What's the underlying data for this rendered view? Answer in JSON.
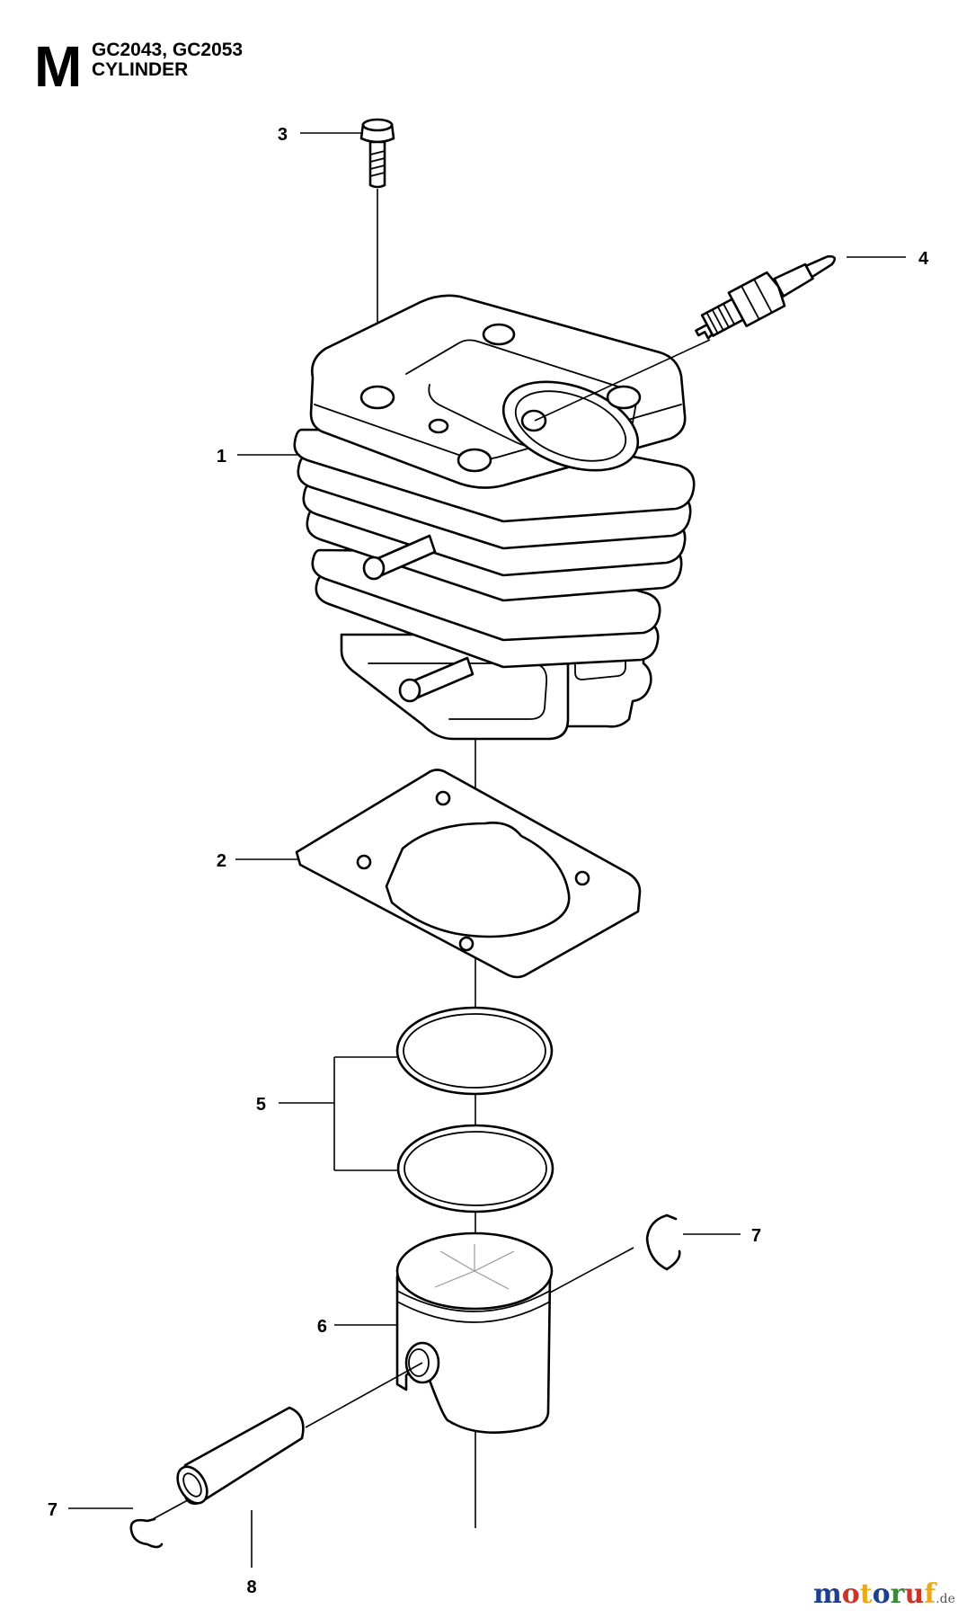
{
  "header": {
    "section_letter": "M",
    "models": "GC2043, GC2053",
    "title": "CYLINDER"
  },
  "callouts": [
    "1",
    "2",
    "3",
    "4",
    "5",
    "6",
    "7",
    "7",
    "8"
  ],
  "parts": [
    {
      "name": "cylinder",
      "callout": "1"
    },
    {
      "name": "cylinder-base-gasket",
      "callout": "2"
    },
    {
      "name": "cylinder-screw",
      "callout": "3"
    },
    {
      "name": "spark-plug",
      "callout": "4"
    },
    {
      "name": "piston-rings",
      "callout": "5"
    },
    {
      "name": "piston",
      "callout": "6"
    },
    {
      "name": "circlip",
      "callout": "7"
    },
    {
      "name": "piston-pin",
      "callout": "8"
    }
  ],
  "watermark": {
    "letters": [
      "m",
      "o",
      "t",
      "o",
      "r",
      "u",
      "f"
    ],
    "colors": [
      "#1d3f8f",
      "#c7352b",
      "#e9a91b",
      "#1d3f8f",
      "#3a8a3a",
      "#c7352b",
      "#e9a91b"
    ],
    "tld": ".de"
  }
}
